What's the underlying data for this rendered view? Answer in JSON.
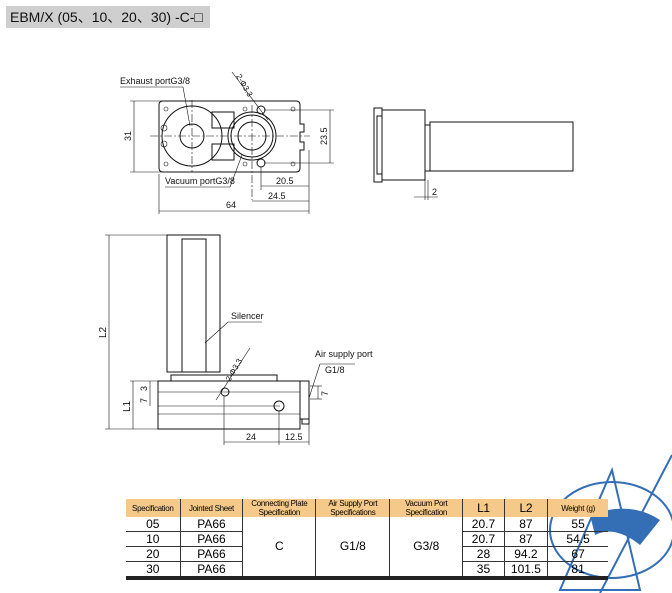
{
  "header": {
    "title": "EBM/X (05、10、20、30) -C-□"
  },
  "drawing": {
    "top_view": {
      "exhaust_label": "Exhaust portG3/8",
      "vacuum_label": "Vacuum portG3/8",
      "hole_label": "2-Φ3.3",
      "dim_height": "31",
      "dim_hole_spacing": "23.5",
      "dim_a": "20.5",
      "dim_b": "24.5",
      "dim_width": "64"
    },
    "side_view": {
      "dim_flange": "2"
    },
    "front_view": {
      "silencer_label": "Silencer",
      "hole_label": "2-Φ3.3",
      "air_label": "Air supply port",
      "air_thread": "G1/8",
      "dim_l2": "L2",
      "dim_l1": "L1",
      "dim_7a": "7",
      "dim_3": "3",
      "dim_7b": "7",
      "dim_24": "24",
      "dim_12_5": "12.5"
    }
  },
  "table": {
    "headers": [
      "Specification",
      "Jointed Sheet",
      "Connecting Plate Specification",
      "Air Supply Port Specifications",
      "Vacuum Port Specification",
      "L1",
      "L2",
      "Weight (g)"
    ],
    "connecting_plate": "C",
    "air_supply": "G1/8",
    "vacuum_port": "G3/8",
    "rows": [
      {
        "spec": "05",
        "sheet": "PA66",
        "l1": "20.7",
        "l2": "87",
        "weight": "55"
      },
      {
        "spec": "10",
        "sheet": "PA66",
        "l1": "20.7",
        "l2": "87",
        "weight": "54.5"
      },
      {
        "spec": "20",
        "sheet": "PA66",
        "l1": "28",
        "l2": "94.2",
        "weight": "67"
      },
      {
        "spec": "30",
        "sheet": "PA66",
        "l1": "35",
        "l2": "101.5",
        "weight": "81"
      }
    ]
  },
  "colors": {
    "header_bg": "#cfcfcf",
    "table_header": "#f5c98a",
    "logo": "#1f5fae"
  }
}
